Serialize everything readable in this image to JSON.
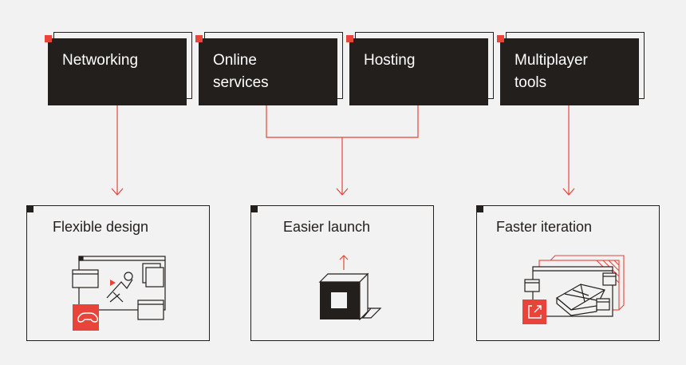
{
  "sources": [
    {
      "label": "Networking"
    },
    {
      "label": "Online\nservices"
    },
    {
      "label": "Hosting"
    },
    {
      "label": "Multiplayer\ntools"
    }
  ],
  "outcomes": [
    {
      "label": "Flexible design",
      "icon": "gamepad-window-icon"
    },
    {
      "label": "Easier launch",
      "icon": "launch-cube-icon"
    },
    {
      "label": "Faster iteration",
      "icon": "terrain-iteration-icon"
    }
  ],
  "colors": {
    "accent": "#e8443a",
    "dark": "#231f1c",
    "background": "#f2f2f2"
  }
}
